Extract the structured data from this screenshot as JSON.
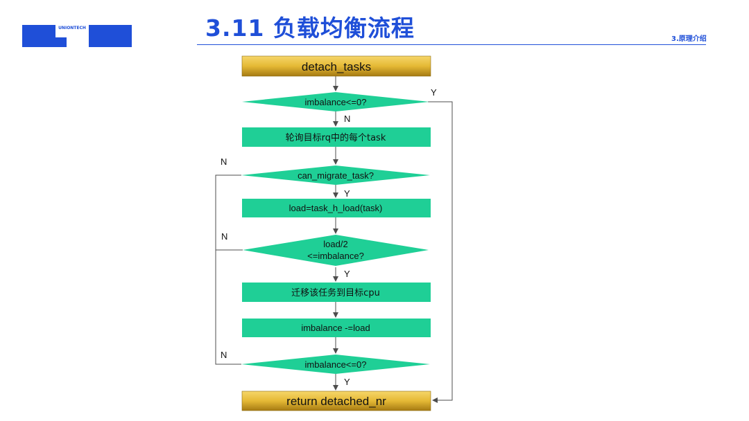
{
  "header": {
    "logo_text": "UNIONTECH",
    "title": "3.11 负载均衡流程",
    "section": "3.原理介绍"
  },
  "flow": {
    "start": "detach_tasks",
    "check1": "imbalance<=0?",
    "loop": "轮询目标rq中的每个task",
    "check2": "can_migrate_task?",
    "load": "load=task_h_load(task)",
    "check3_line1": "load/2",
    "check3_line2": "<=imbalance?",
    "migrate": "迁移该任务到目标cpu",
    "update": "imbalance -=load",
    "check4": "imbalance<=0?",
    "end": "return detached_nr"
  },
  "branches": {
    "y_check1": "Y",
    "n_check1": "N",
    "n_check2": "N",
    "y_check2": "Y",
    "n_check3": "N",
    "y_check3": "Y",
    "n_check4": "N",
    "y_check4": "Y"
  },
  "colors": {
    "accent": "#1f4fd8",
    "process": "#1fcf96",
    "terminal_top": "#f2c94c",
    "terminal_bottom": "#b88a14",
    "line": "#4d4d4d"
  }
}
